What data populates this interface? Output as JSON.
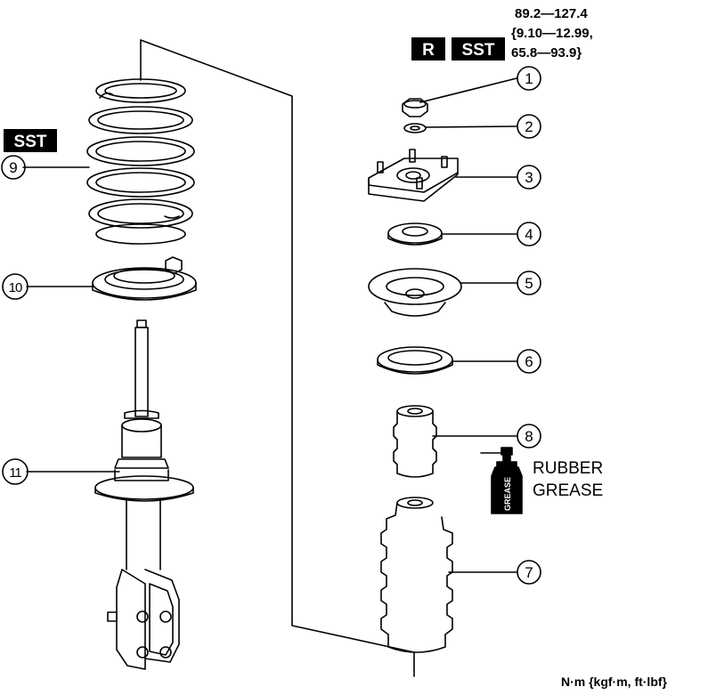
{
  "torque": {
    "line1": "89.2—127.4",
    "line2": "{9.10—12.99,",
    "line3": "65.8—93.9}"
  },
  "badges": {
    "replace": "R",
    "sst_top": "SST",
    "sst_left": "SST"
  },
  "callouts": [
    "1",
    "2",
    "3",
    "4",
    "5",
    "6",
    "7",
    "8",
    "9",
    "10",
    "11"
  ],
  "grease": {
    "label_line1": "RUBBER",
    "label_line2": "GREASE",
    "can_text": "GREASE"
  },
  "units": "N·m {kgf·m, ft·lbf}",
  "colors": {
    "ink": "#000000",
    "paper": "#ffffff",
    "badge_bg": "#000000",
    "badge_fg": "#ffffff"
  }
}
